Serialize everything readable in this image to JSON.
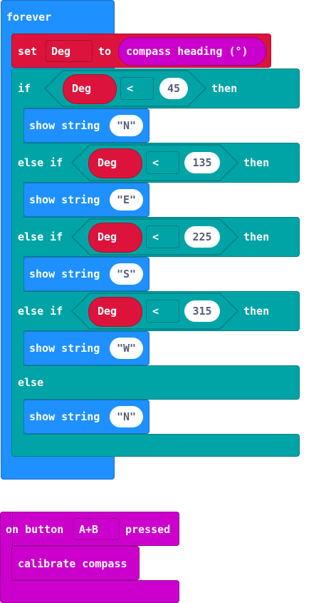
{
  "forever": {
    "label": "forever"
  },
  "set_block": {
    "set": "set",
    "variable": "Deg",
    "to": "to",
    "value": "compass heading (°)"
  },
  "if_block": {
    "if": "if",
    "else_if": "else if",
    "then": "then",
    "else": "else",
    "operator": "<",
    "conditions": [
      {
        "variable": "Deg",
        "value": "45"
      },
      {
        "variable": "Deg",
        "value": "135"
      },
      {
        "variable": "Deg",
        "value": "225"
      },
      {
        "variable": "Deg",
        "value": "315"
      }
    ]
  },
  "show_string": {
    "label": "show string",
    "values": [
      "\"N\"",
      "\"E\"",
      "\"S\"",
      "\"W\"",
      "\"N\""
    ]
  },
  "on_button": {
    "on": "on button",
    "button": "A+B",
    "pressed": "pressed"
  },
  "calibrate": {
    "label": "calibrate compass"
  },
  "colors": {
    "loops": "#1e90ff",
    "logic": "#00a4a6",
    "variables": "#dc143c",
    "input": "#cc00cc"
  }
}
